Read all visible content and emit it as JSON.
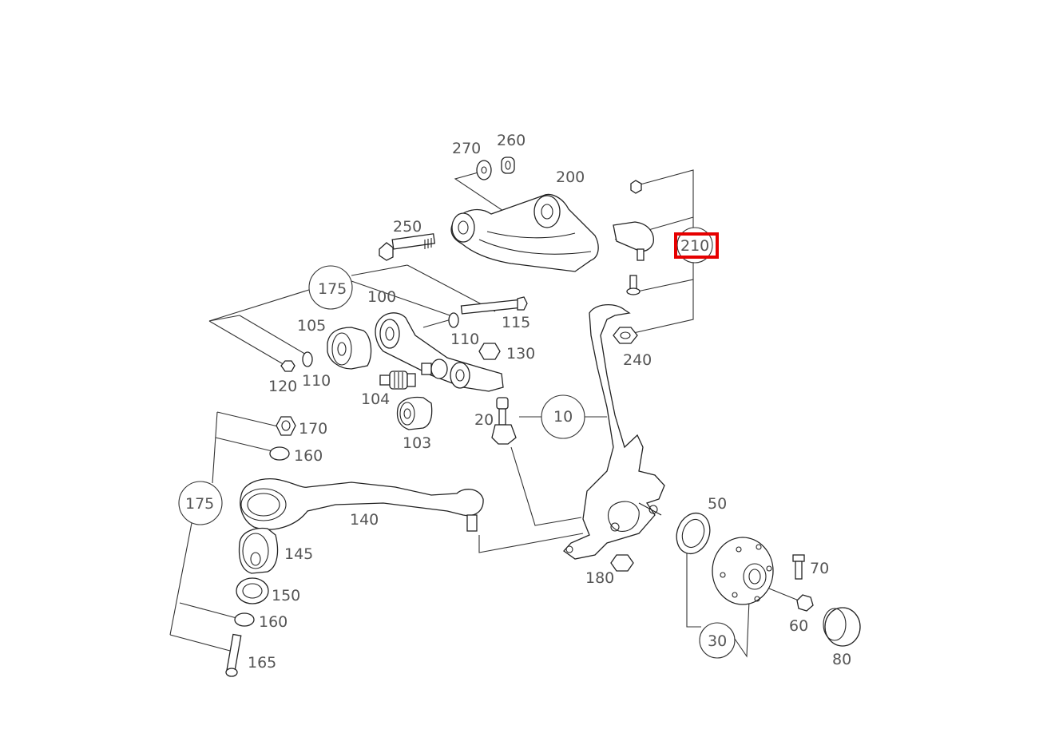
{
  "diagram": {
    "highlight_color": "#e60000",
    "highlighted_part": "210",
    "labels": {
      "p10": "10",
      "p20": "20",
      "p30": "30",
      "p50": "50",
      "p60": "60",
      "p70": "70",
      "p80": "80",
      "p100": "100",
      "p103": "103",
      "p104": "104",
      "p105": "105",
      "p110a": "110",
      "p110b": "110",
      "p115": "115",
      "p120": "120",
      "p130": "130",
      "p140": "140",
      "p145": "145",
      "p150": "150",
      "p160a": "160",
      "p160b": "160",
      "p165": "165",
      "p170": "170",
      "p175a": "175",
      "p175b": "175",
      "p180": "180",
      "p200": "200",
      "p210": "210",
      "p240": "240",
      "p250": "250",
      "p260": "260",
      "p270": "270"
    }
  }
}
